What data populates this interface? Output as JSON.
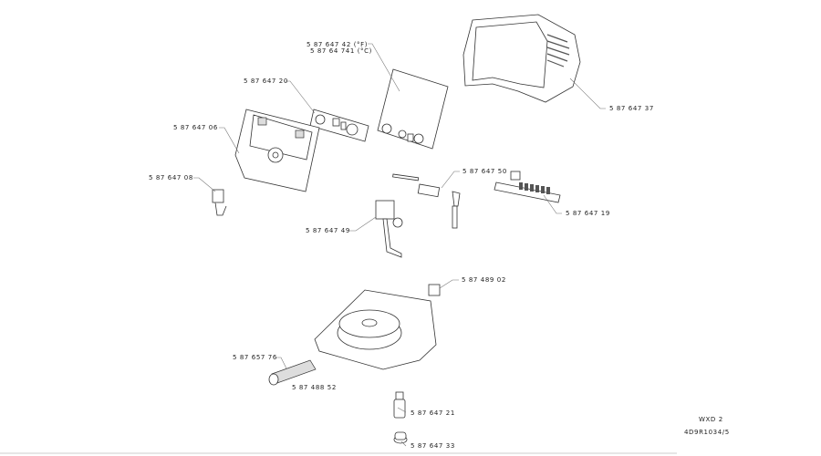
{
  "drawing_title": "WXD 2",
  "drawing_number": "4D9R1034/5",
  "parts": {
    "cover_plate_f": "5 87 647 42 (°F)",
    "cover_plate_c": "5 87 64 741 (°C)",
    "control_panel_insert": "5 87 647 20",
    "front_panel": "5 87 647 06",
    "socket_clip": "5 87 647 08",
    "housing_cover": "5 87 647 37",
    "valve_block": "5 87 647 50",
    "circuit_board": "5 87 647 19",
    "bracket_valve": "5 87 647 49",
    "connector": "5 87 489 02",
    "cable_sleeve": "5 87 657 76",
    "strain_relief": "5 87 488 52",
    "foot_post": "5 87 647 21",
    "rubber_foot": "5 87 647 33"
  }
}
